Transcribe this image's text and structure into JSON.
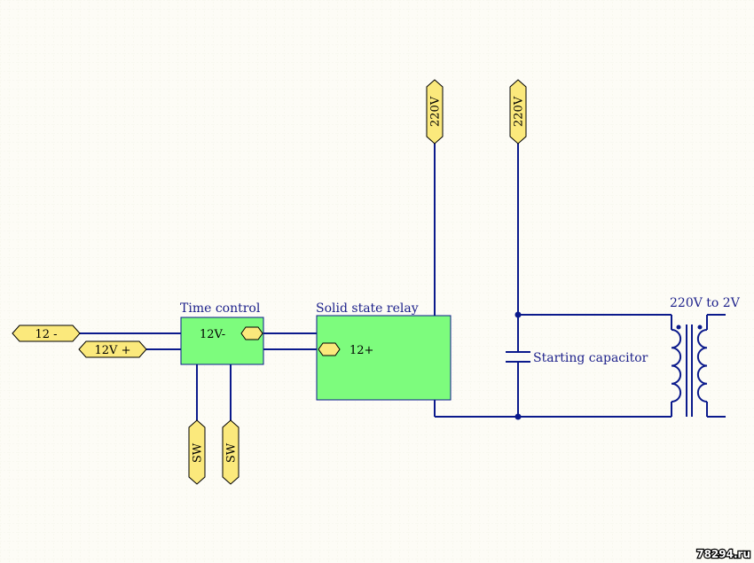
{
  "blocks": {
    "time_control": {
      "title": "Time control",
      "pin": "12V-"
    },
    "relay": {
      "title": "Solid state relay",
      "pin": "12+"
    }
  },
  "ports": {
    "neg": "12 -",
    "pos": "12V +",
    "sw1": "SW",
    "sw2": "SW",
    "mains1": "220V",
    "mains2": "220V"
  },
  "capacitor": {
    "label": "Starting capacitor"
  },
  "transformer": {
    "label": "220V to 2V"
  },
  "watermark": "78294.ru",
  "colors": {
    "wire": "#0b1a8c",
    "block_fill": "#7dfc7d",
    "port_fill": "#fbe97c",
    "background": "#fdfcf6",
    "grid": "#ececdc"
  }
}
